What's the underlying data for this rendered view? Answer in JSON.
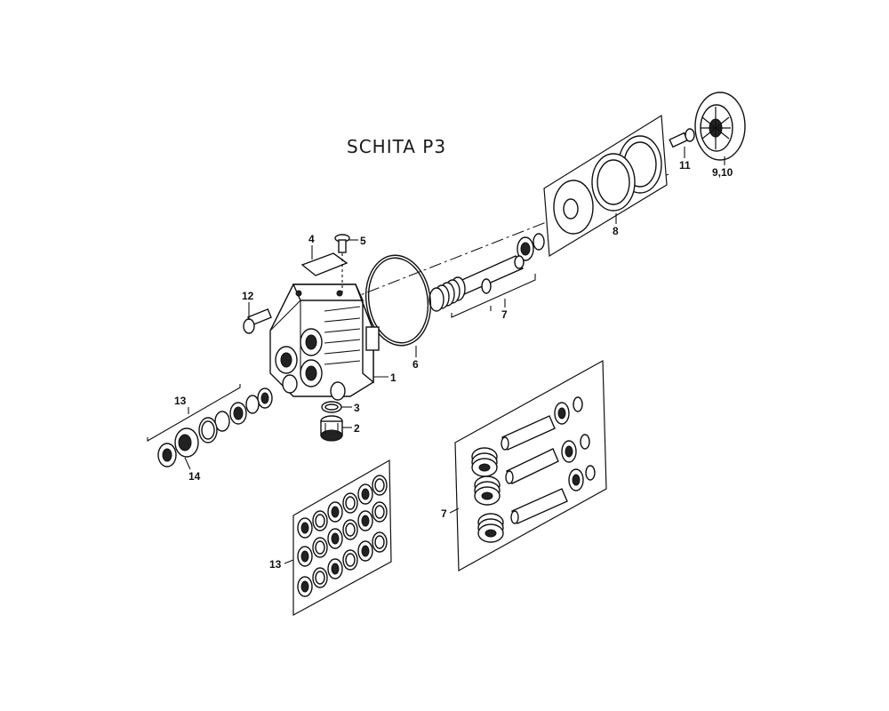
{
  "diagram": {
    "title": "SCHITA P3",
    "labels": {
      "l1": "1",
      "l2": "2",
      "l3": "3",
      "l4": "4",
      "l5": "5",
      "l6": "6",
      "l7a": "7",
      "l7b": "7",
      "l8": "8",
      "l9_10": "9,10",
      "l11": "11",
      "l12": "12",
      "l13a": "13",
      "l13b": "13",
      "l14": "14"
    }
  }
}
